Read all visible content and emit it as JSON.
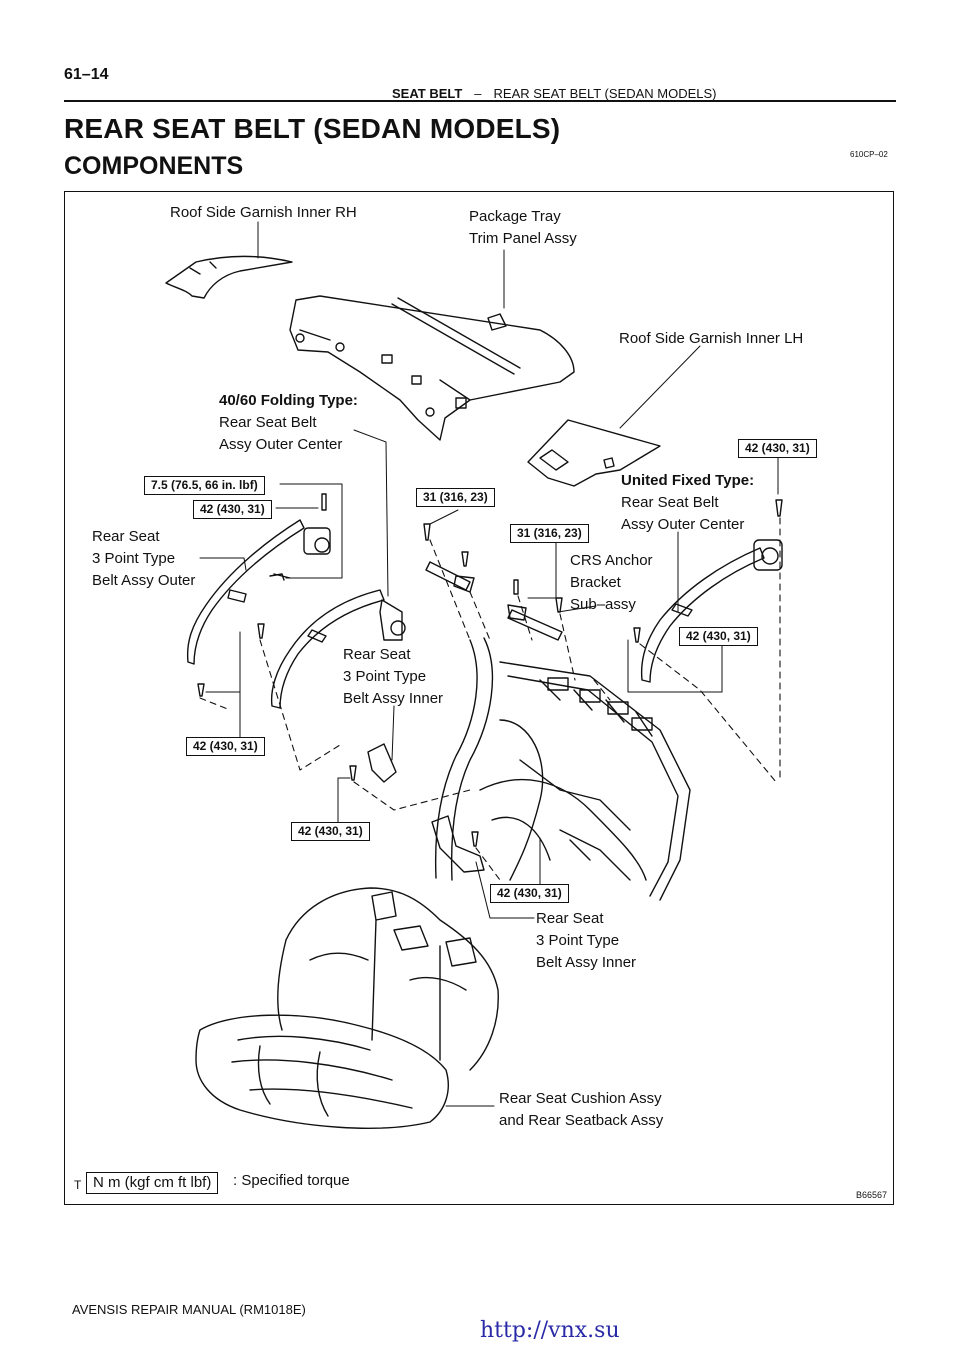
{
  "header": {
    "page_number": "61–14",
    "section": "SEAT BELT",
    "separator": "–",
    "subsection": "REAR SEAT BELT (SEDAN MODELS)"
  },
  "title": "REAR SEAT BELT (SEDAN MODELS)",
  "subtitle": "COMPONENTS",
  "doc_id": "610CP–02",
  "figure": {
    "figure_id": "B66567",
    "labels": {
      "roof_rh": "Roof Side Garnish Inner RH",
      "package_tray_1": "Package Tray",
      "package_tray_2": "Trim Panel Assy",
      "roof_lh": "Roof Side Garnish Inner LH",
      "folding_type": "40/60 Folding Type:",
      "center_belt_1": "Rear Seat Belt",
      "center_belt_2": "Assy Outer Center",
      "united_type": "United Fixed Type:",
      "united_belt_1": "Rear Seat Belt",
      "united_belt_2": "Assy Outer Center",
      "outer_belt_1": "Rear Seat",
      "outer_belt_2": "3 Point Type",
      "outer_belt_3": "Belt Assy Outer",
      "crs_1": "CRS Anchor",
      "crs_2": "Bracket",
      "crs_3": "Sub–assy",
      "inner_belt_a_1": "Rear Seat",
      "inner_belt_a_2": "3 Point Type",
      "inner_belt_a_3": "Belt Assy Inner",
      "inner_belt_b_1": "Rear Seat",
      "inner_belt_b_2": "3 Point Type",
      "inner_belt_b_3": "Belt Assy Inner",
      "cushion_1": "Rear Seat Cushion Assy",
      "cushion_2": "and Rear Seatback Assy"
    },
    "torques": {
      "t_upper_right": "42 (430, 31)",
      "t_75": "7.5 (76.5, 66 in. lbf)",
      "t_outer_top": "42 (430, 31)",
      "t_crs_a": "31 (316, 23)",
      "t_crs_b": "31 (316, 23)",
      "t_right_lower": "42 (430, 31)",
      "t_left_lower": "42 (430, 31)",
      "t_center_lower": "42 (430, 31)",
      "t_inner_lower": "42 (430, 31)"
    },
    "legend": {
      "box": "N m (kgf cm ft lbf)",
      "text": ": Specified torque"
    }
  },
  "footer": "AVENSIS REPAIR MANUAL   (RM1018E)",
  "watermark": "http://vnx.su"
}
